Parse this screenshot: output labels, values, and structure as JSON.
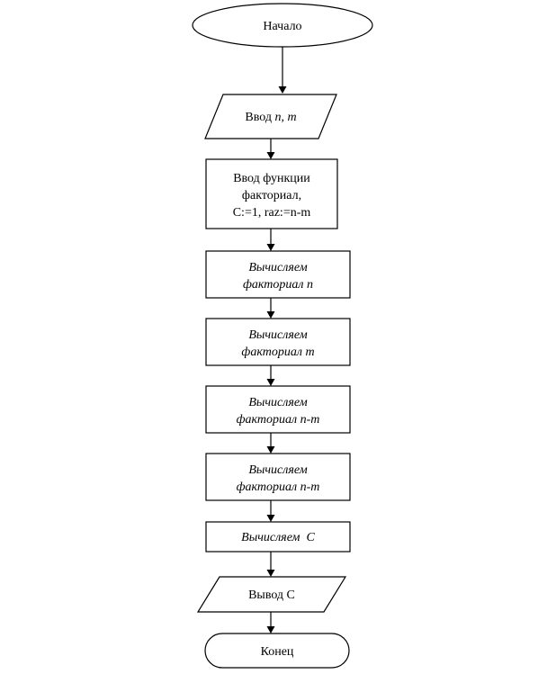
{
  "flowchart": {
    "start": {
      "label": "Начало"
    },
    "input": {
      "prefix": "Ввод ",
      "vars": "n, m"
    },
    "init": {
      "line1": "Ввод функции",
      "line2": "факториал,",
      "line3": "C:=1, raz:=n-m"
    },
    "step1": {
      "line1": "Вычисляем",
      "line2": "факториал n"
    },
    "step2": {
      "line1": "Вычисляем",
      "line2": "факториал m"
    },
    "step3": {
      "line1": "Вычисляем",
      "line2": "факториал n-m"
    },
    "step4": {
      "line1": "Вычисляем",
      "line2": "факториал n-m"
    },
    "step5": {
      "label": "Вычисляем  C"
    },
    "output": {
      "label": "Вывод C"
    },
    "end": {
      "label": "Конец"
    }
  }
}
